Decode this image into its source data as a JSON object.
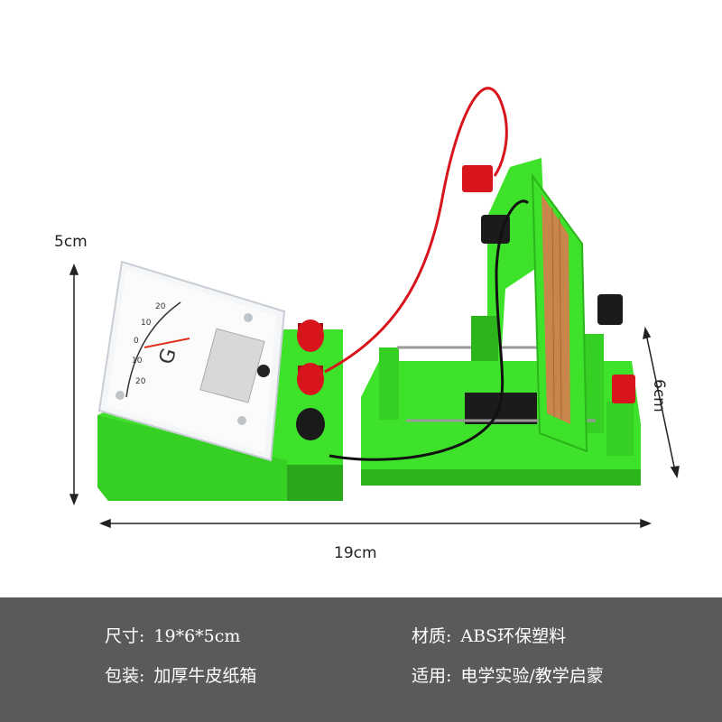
{
  "dimensions": {
    "height": "5cm",
    "width": "19cm",
    "depth": "6cm"
  },
  "meter": {
    "symbol": "G",
    "scale_labels": [
      "20",
      "10",
      "0",
      "10",
      "20"
    ]
  },
  "specs": {
    "size_label": "尺寸:",
    "size_value": "19*6*5cm",
    "pack_label": "包装:",
    "pack_value": "加厚牛皮纸箱",
    "material_label": "材质:",
    "material_value": "ABS环保塑料",
    "use_label": "适用:",
    "use_value": "电学实验/教学启蒙"
  },
  "colors": {
    "body_green": "#3ee22a",
    "bar_gray": "#5a5a5a",
    "red_wire": "#d8141c",
    "copper": "#c8864a"
  }
}
